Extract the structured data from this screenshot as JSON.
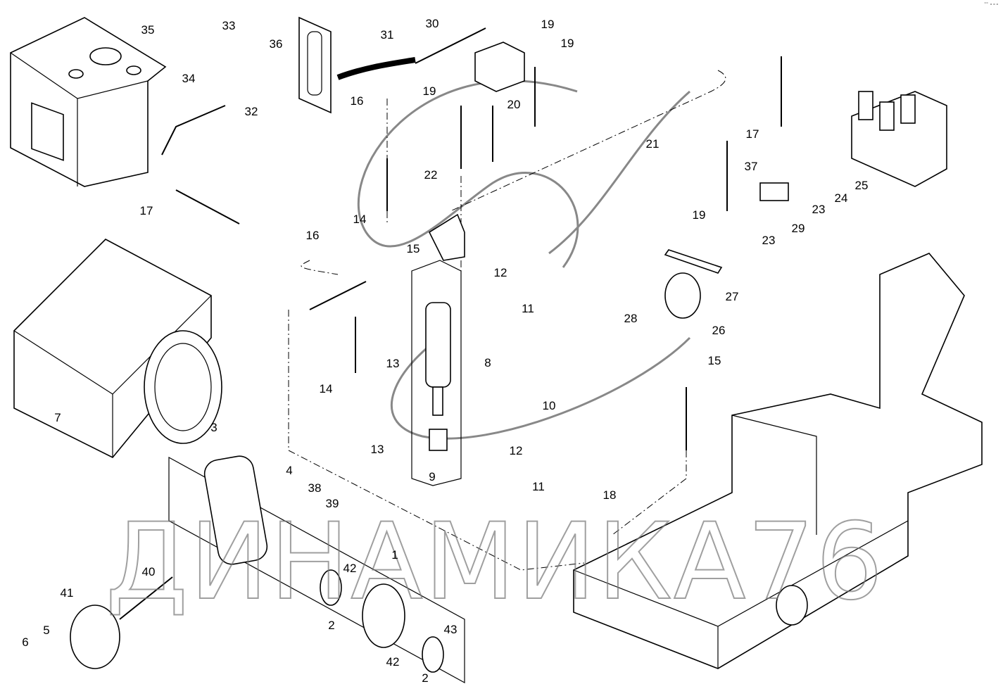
{
  "diagram": {
    "watermark": "ДИНАМИКА76",
    "callouts": [
      "35",
      "33",
      "34",
      "32",
      "36",
      "31",
      "30",
      "19",
      "19",
      "19",
      "20",
      "16",
      "21",
      "22",
      "17",
      "16",
      "14",
      "15",
      "12",
      "11",
      "13",
      "8",
      "14",
      "13",
      "10",
      "12",
      "9",
      "11",
      "7",
      "3",
      "4",
      "38",
      "39",
      "18",
      "1",
      "42",
      "40",
      "41",
      "5",
      "6",
      "2",
      "43",
      "42",
      "2",
      "17",
      "37",
      "19",
      "23",
      "29",
      "23",
      "24",
      "25",
      "27",
      "28",
      "26",
      "15"
    ]
  }
}
